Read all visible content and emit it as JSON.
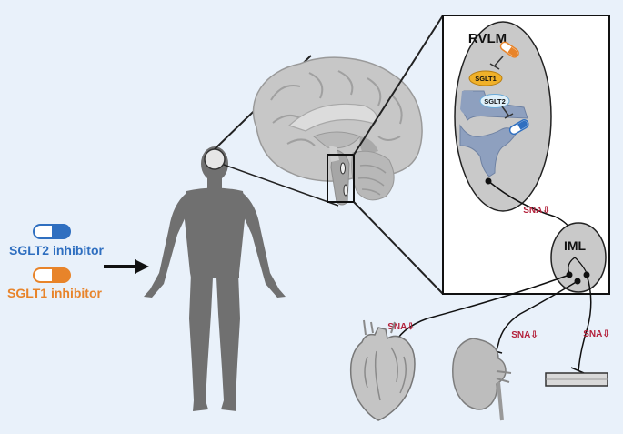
{
  "labels": {
    "sglt2_inhibitor": "SGLT2 inhibitor",
    "sglt1_inhibitor": "SGLT1 inhibitor",
    "rvlm": "RVLM",
    "sglt1": "SGLT1",
    "sglt2": "SGLT2",
    "iml": "IML",
    "sna_down": "SNA⇩"
  },
  "colors": {
    "background": "#e9f1fa",
    "sglt2_blue": "#2f6fc0",
    "sglt1_orange": "#e8842a",
    "sna_red": "#b3203a",
    "body_gray": "#707070",
    "panel_gray": "#c9c9c9"
  }
}
